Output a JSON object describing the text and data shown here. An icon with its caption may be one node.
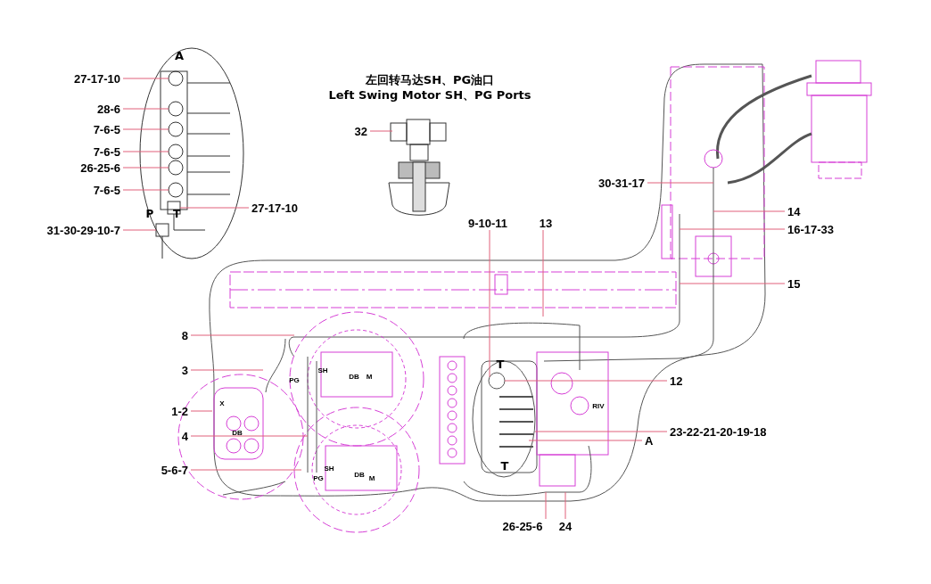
{
  "diagram": {
    "nodes": [
      {
        "text": [
          "27-17-10"
        ]
      },
      {
        "text": [
          "28-6"
        ]
      },
      {
        "text": [
          "7-6-5"
        ]
      },
      {
        "text": [
          "7-6-5"
        ]
      },
      {
        "text": [
          "26-25-6"
        ]
      },
      {
        "text": [
          "7-6-5"
        ]
      },
      {
        "text": [
          "27-17-10"
        ]
      },
      {
        "text": [
          "31-30-29-10-7"
        ]
      },
      {
        "text": [
          "32"
        ]
      },
      {
        "text": [
          "9-10-11"
        ]
      },
      {
        "text": [
          "13"
        ]
      },
      {
        "text": [
          "30-31-17"
        ]
      },
      {
        "text": [
          "14"
        ]
      },
      {
        "text": [
          "16-17-33"
        ]
      },
      {
        "text": [
          "15"
        ]
      },
      {
        "text": [
          "8"
        ]
      },
      {
        "text": [
          "3"
        ]
      },
      {
        "text": [
          "1-2"
        ]
      },
      {
        "text": [
          "4"
        ]
      },
      {
        "text": [
          "5-6-7"
        ]
      },
      {
        "text": [
          "12"
        ]
      },
      {
        "text": [
          "23-22-21-20-19-18"
        ]
      },
      {
        "text": [
          "A"
        ]
      },
      {
        "text": [
          "26-25-6"
        ]
      },
      {
        "text": [
          "24"
        ]
      },
      {
        "text": [],
        "shape": "circle"
      },
      {
        "text": [],
        "shape": "circle"
      },
      {
        "text": [],
        "shape": "circle"
      },
      {
        "text": [],
        "shape": "circle"
      },
      {
        "text": [],
        "shape": "circle"
      },
      {
        "text": [],
        "shape": "circle"
      },
      {
        "text": [],
        "shape": "box"
      },
      {
        "text": [],
        "shape": "box"
      },
      {
        "text": [],
        "shape": "circle"
      }
    ],
    "edges": [
      {
        "from": 0,
        "to": 25,
        "arrow": "none"
      },
      {
        "from": 1,
        "to": 26,
        "arrow": "none"
      },
      {
        "from": 2,
        "to": 27,
        "arrow": "none"
      },
      {
        "from": 3,
        "to": 28,
        "arrow": "none"
      },
      {
        "from": 4,
        "to": 29,
        "arrow": "none"
      },
      {
        "from": 5,
        "to": 30,
        "arrow": "none"
      },
      {
        "from": 6,
        "to": 32,
        "arrow": "none"
      },
      {
        "from": 7,
        "to": 31,
        "arrow": "none"
      },
      {
        "from": 8,
        "to": null,
        "arrow": "none"
      },
      {
        "from": 9,
        "to": 33,
        "arrow": "none"
      },
      {
        "from": 10,
        "to": null,
        "arrow": "none"
      },
      {
        "from": 11,
        "to": null,
        "arrow": "none"
      },
      {
        "from": 12,
        "to": null,
        "arrow": "none"
      },
      {
        "from": 13,
        "to": null,
        "arrow": "none"
      },
      {
        "from": 14,
        "to": null,
        "arrow": "none"
      },
      {
        "from": 15,
        "to": null,
        "arrow": "none"
      },
      {
        "from": 16,
        "to": null,
        "arrow": "none"
      },
      {
        "from": 17,
        "to": null,
        "arrow": "none"
      },
      {
        "from": 18,
        "to": null,
        "arrow": "none"
      },
      {
        "from": 19,
        "to": null,
        "arrow": "none"
      },
      {
        "from": 20,
        "to": 33,
        "arrow": "none"
      },
      {
        "from": 21,
        "to": null,
        "arrow": "none"
      },
      {
        "from": 22,
        "to": null,
        "arrow": "none"
      },
      {
        "from": 23,
        "to": null,
        "arrow": "none"
      },
      {
        "from": 24,
        "to": null,
        "arrow": "none"
      }
    ],
    "labels": [
      "A",
      "左回转马达SH、PG油口",
      "Left Swing Motor SH、PG Ports",
      "P",
      "T",
      "T",
      "SH",
      "PG",
      "DB",
      "M",
      "X",
      "RIV",
      "DB",
      "SH",
      "PG",
      "DB",
      "M",
      "T"
    ]
  }
}
